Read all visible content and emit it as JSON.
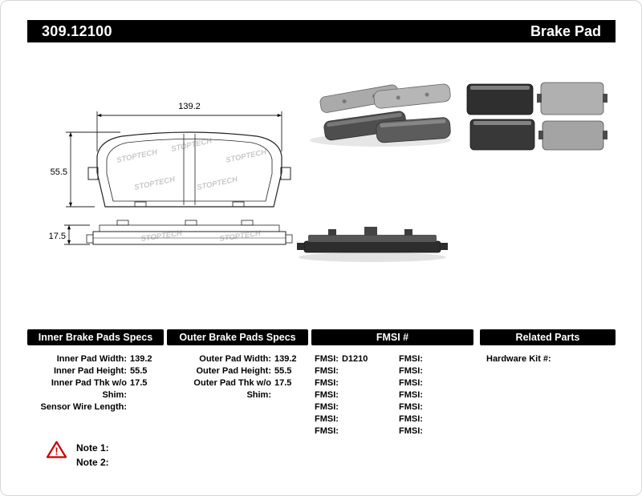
{
  "header": {
    "part_number": "309.12100",
    "product_type": "Brake Pad"
  },
  "diagram": {
    "watermark": "STOPTECH",
    "front_view": {
      "width_label": "139.2",
      "height_label": "55.5"
    },
    "side_view": {
      "thickness_label": "17.5"
    }
  },
  "specs": {
    "inner": {
      "title": "Inner Brake Pads Specs",
      "rows": [
        {
          "label": "Inner Pad Width:",
          "value": "139.2"
        },
        {
          "label": "Inner Pad Height:",
          "value": "55.5"
        },
        {
          "label": "Inner Pad Thk w/o Shim:",
          "value": "17.5"
        },
        {
          "label": "Sensor Wire Length:",
          "value": ""
        }
      ]
    },
    "outer": {
      "title": "Outer Brake Pads Specs",
      "rows": [
        {
          "label": "Outer Pad Width:",
          "value": "139.2"
        },
        {
          "label": "Outer Pad Height:",
          "value": "55.5"
        },
        {
          "label": "Outer Pad Thk w/o Shim:",
          "value": "17.5"
        }
      ]
    },
    "fmsi": {
      "title": "FMSI #",
      "col1": [
        {
          "label": "FMSI:",
          "value": "D1210"
        },
        {
          "label": "FMSI:",
          "value": ""
        },
        {
          "label": "FMSI:",
          "value": ""
        },
        {
          "label": "FMSI:",
          "value": ""
        },
        {
          "label": "FMSI:",
          "value": ""
        },
        {
          "label": "FMSI:",
          "value": ""
        },
        {
          "label": "FMSI:",
          "value": ""
        }
      ],
      "col2": [
        {
          "label": "FMSI:",
          "value": ""
        },
        {
          "label": "FMSI:",
          "value": ""
        },
        {
          "label": "FMSI:",
          "value": ""
        },
        {
          "label": "FMSI:",
          "value": ""
        },
        {
          "label": "FMSI:",
          "value": ""
        },
        {
          "label": "FMSI:",
          "value": ""
        },
        {
          "label": "FMSI:",
          "value": ""
        }
      ]
    },
    "related": {
      "title": "Related Parts",
      "rows": [
        {
          "label": "Hardware Kit #:",
          "value": ""
        }
      ]
    }
  },
  "notes": {
    "items": [
      {
        "label": "Note 1:"
      },
      {
        "label": "Note 2:"
      }
    ]
  },
  "icons": {
    "warning": "!"
  }
}
